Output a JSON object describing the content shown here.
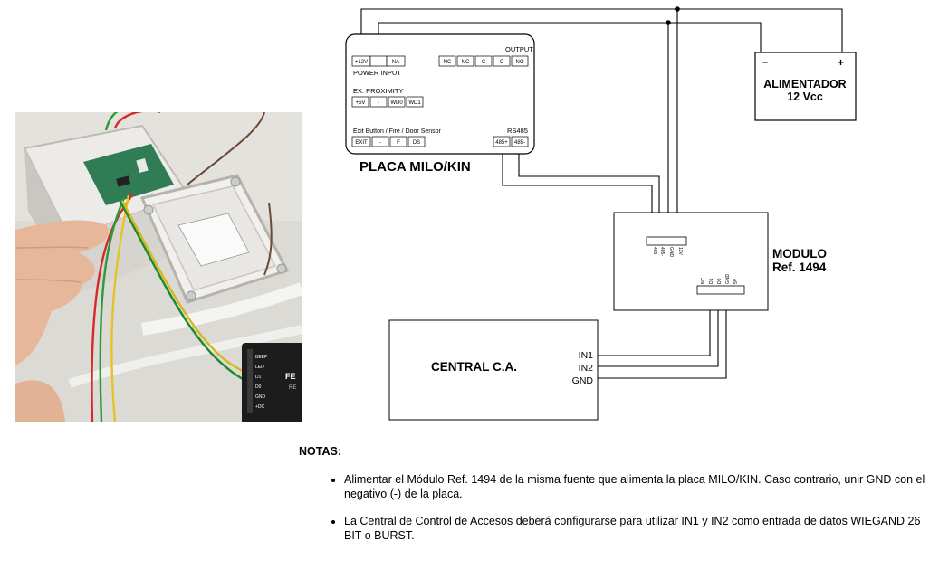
{
  "board": {
    "name": "PLACA MILO/KIN",
    "output_label": "OUTPUT",
    "power_input_label": "POWER INPUT",
    "ex_proximity_label": "EX. PROXIMITY",
    "exit_label": "Exit Button / Fire / Door Sensor",
    "rs485_label": "RS485",
    "power_terms": [
      "+12V",
      "–",
      "NA"
    ],
    "output_terms": [
      "NC",
      "NC",
      "C",
      "C",
      "NO"
    ],
    "prox_terms": [
      "+5V",
      "-",
      "WD0",
      "WD1"
    ],
    "exit_terms": [
      "EXIT",
      "-",
      "F",
      "DS"
    ],
    "rs485_terms": [
      "485+",
      "485-"
    ]
  },
  "psu": {
    "line1": "ALIMENTADOR",
    "line2": "12 Vcc",
    "neg": "–",
    "pos": "+"
  },
  "module": {
    "line1": "MODULO",
    "line2": "Ref. 1494",
    "top_pins": [
      "485",
      "485-",
      "GND",
      "12V"
    ],
    "bottom_pins": [
      "NC",
      "D1",
      "D0",
      "GND",
      "5V"
    ]
  },
  "central": {
    "name": "CENTRAL C.A.",
    "in1": "IN1",
    "in2": "IN2",
    "gnd": "GND"
  },
  "photo": {
    "label_line1": "GND",
    "led_labels": [
      "BEEP",
      "LED",
      "D1",
      "D0",
      "GND",
      "+DC"
    ],
    "brand": "FE",
    "brand2": "RE"
  },
  "notes": {
    "title": "NOTAS:",
    "items": [
      "Alimentar el Módulo Ref. 1494 de la misma fuente que alimenta la placa MILO/KIN. Caso contrario, unir GND con el negativo (-) de la placa.",
      "La Central de Control de Accesos deberá configurarse para utilizar IN1 y IN2 como entrada de datos WIEGAND 26 BIT o BURST."
    ]
  }
}
